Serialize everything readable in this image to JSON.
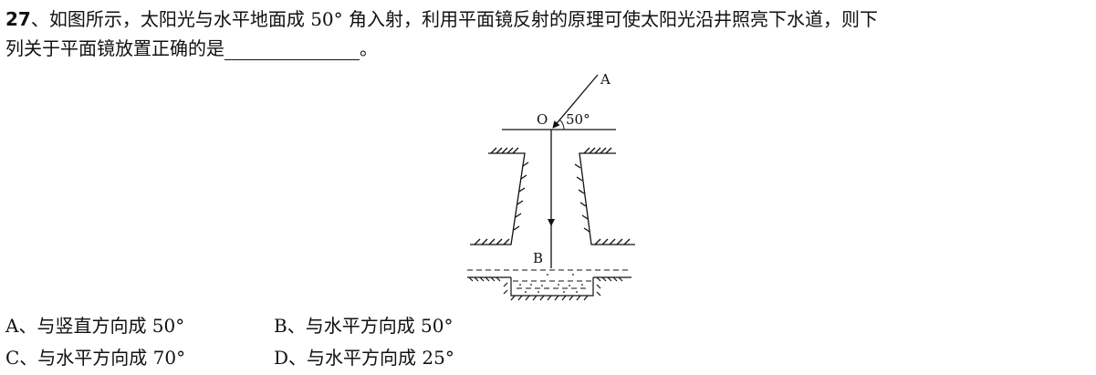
{
  "question": {
    "number": "27",
    "line1": "、如图所示，太阳光与水平地面成 50° 角入射，利用平面镜反射的原理可使太阳光沿井照亮下水道，则下",
    "line2_before": "列关于平面镜放置正确的是",
    "line2_after": "。"
  },
  "figure": {
    "label_A": "A",
    "label_O": "O",
    "label_B": "B",
    "angle_label": "50°"
  },
  "options": [
    {
      "text": "A、与竖直方向成 50°"
    },
    {
      "text": "B、与水平方向成 50°"
    },
    {
      "text": "C、与水平方向成 70°"
    },
    {
      "text": "D、与水平方向成 25°"
    }
  ]
}
